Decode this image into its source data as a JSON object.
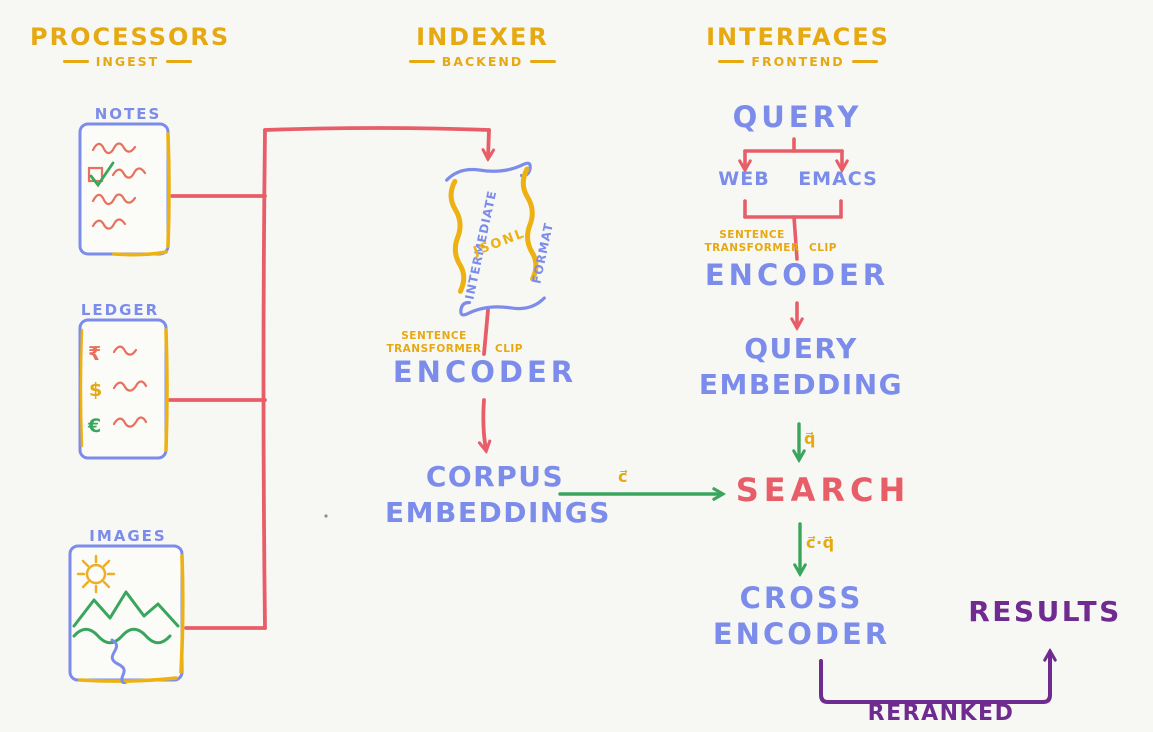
{
  "colors": {
    "gold": "#e6a912",
    "blue": "#7c8cea",
    "red": "#e85e68",
    "green": "#3aa55c",
    "purple": "#6f2b8f",
    "background": "#f7f7f4"
  },
  "headers": {
    "processors": {
      "title": "PROCESSORS",
      "subtitle": "INGEST"
    },
    "indexer": {
      "title": "INDEXER",
      "subtitle": "BACKEND"
    },
    "interfaces": {
      "title": "INTERFACES",
      "subtitle": "FRONTEND"
    }
  },
  "processors": {
    "notes_label": "NOTES",
    "ledger_label": "LEDGER",
    "images_label": "IMAGES",
    "ledger_symbols": {
      "rupee": "₹",
      "dollar": "$",
      "euro": "€"
    }
  },
  "indexer": {
    "scroll": {
      "left_text": "INTERMEDIATE",
      "center_text": "JSONL",
      "right_text": "FORMAT"
    },
    "encoder_small": {
      "line1": "SENTENCE",
      "line2": "TRANSFORMER",
      "side": "CLIP"
    },
    "encoder": "ENCODER",
    "corpus": {
      "line1": "CORPUS",
      "line2": "EMBEDDINGS"
    }
  },
  "interfaces": {
    "query": "QUERY",
    "web": "WEB",
    "emacs": "EMACS",
    "encoder_small": {
      "line1": "SENTENCE",
      "line2": "TRANSFORMER",
      "side": "CLIP"
    },
    "encoder": "ENCODER",
    "query_embedding": {
      "line1": "QUERY",
      "line2": "EMBEDDING"
    },
    "search": "SEARCH",
    "cross_encoder": {
      "line1": "CROSS",
      "line2": "ENCODER"
    },
    "results": "RESULTS",
    "reranked": "RERANKED"
  },
  "vectors": {
    "corpus": "c⃗",
    "query": "q⃗",
    "dot": "c⃗·q⃗"
  }
}
